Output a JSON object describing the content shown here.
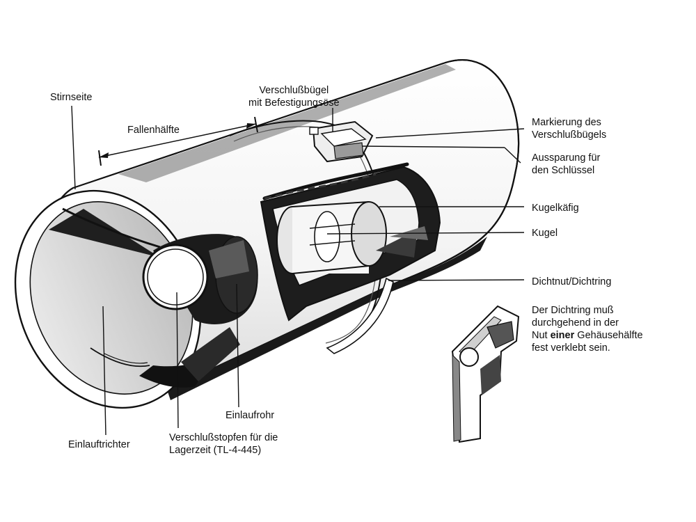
{
  "labels": {
    "stirnseite": "Stirnseite",
    "verschlussbuegel": [
      "Verschlußbügel",
      "mit Befestigungsöse"
    ],
    "fallenhaelfte": "Fallenhälfte",
    "markierung": [
      "Markierung des",
      "Verschlußbügels"
    ],
    "aussparung": [
      "Aussparung für",
      "den Schlüssel"
    ],
    "kugelkaefig": "Kugelkäfig",
    "kugel": "Kugel",
    "dichtnut": "Dichtnut/Dichtring",
    "note": {
      "line1": "Der Dichtring muß",
      "line2": "durchgehend in der",
      "line3_pre": "Nut ",
      "line3_bold": "einer",
      "line3_post": " Gehäusehälfte",
      "line4": "fest verklebt sein."
    },
    "einlaufrohr": "Einlaufrohr",
    "verschlussstopfen": [
      "Verschlußstopfen für die",
      "Lagerzeit (TL-4-445)"
    ],
    "einlauftrichter": "Einlauftrichter"
  }
}
